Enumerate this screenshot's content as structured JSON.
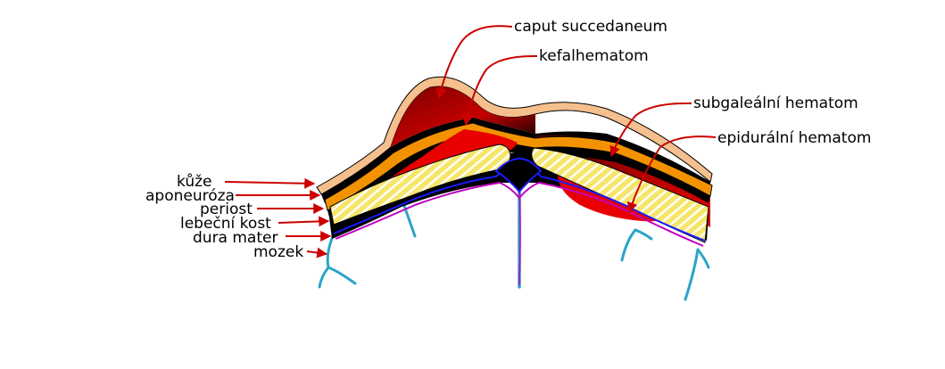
{
  "labels": {
    "caput_succedaneum": "caput succedaneum",
    "kefalhematom": "kefalhematom",
    "subgalealni_hematom": "subgaleální hematom",
    "epiduralni_hematom": "epidurální hematom",
    "kuze": "kůže",
    "aponeuroza": "aponeuróza",
    "periost": "periost",
    "lebecni_kost": "lebeční kost",
    "dura_mater": "dura mater",
    "mozek": "mozek"
  },
  "colors": {
    "skin": "#f5c08e",
    "scalp": "#000000",
    "hematoma_dark": "#7a0000",
    "hematoma_red": "#e80000",
    "aponeurosis": "#f39200",
    "bone": "#f7e56a",
    "dura": "#1a1aff",
    "brain_vessels": "#2aa5c8",
    "brain_surface": "#c000c0",
    "arrow": "#cc0000"
  }
}
